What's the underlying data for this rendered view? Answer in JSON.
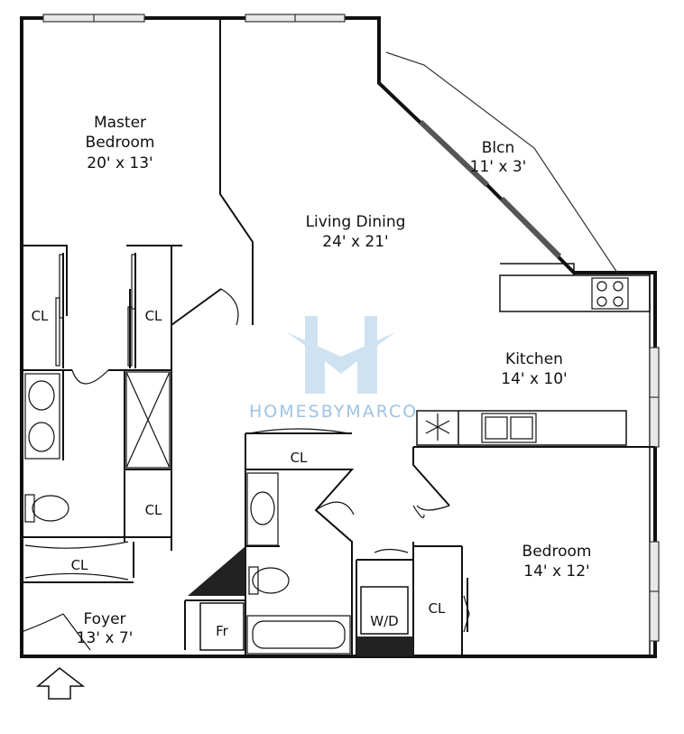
{
  "rooms": {
    "master": {
      "name_1": "Master",
      "name_2": "Bedroom",
      "size": "20' x 13'"
    },
    "living": {
      "name": "Living Dining",
      "size": "24' x 21'"
    },
    "balcony": {
      "name": "Blcn",
      "size": "11' x 3'"
    },
    "kitchen": {
      "name": "Kitchen",
      "size": "14' x 10'"
    },
    "bedroom": {
      "name": "Bedroom",
      "size": "14' x 12'"
    },
    "foyer": {
      "name": "Foyer",
      "size": "13' x 7'"
    }
  },
  "closet_label": "CL",
  "wd_label": "W/D",
  "fridge_label": "Fr",
  "watermark": {
    "text": "HOMESBYMARCO",
    "color": "#9fc3e3"
  },
  "colors": {
    "wall": "#111111",
    "fixture": "#222222",
    "glass": "#e8e8e8"
  }
}
